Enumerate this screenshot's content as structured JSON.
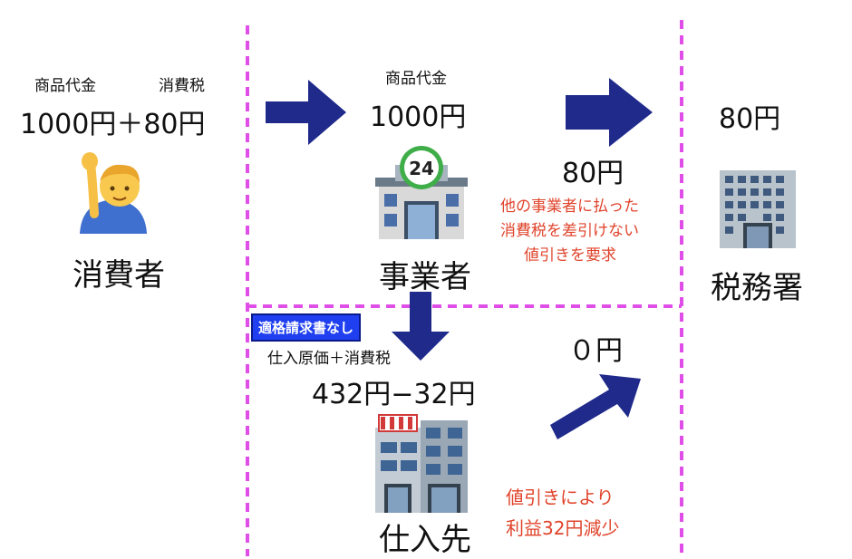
{
  "consumer": {
    "product_price_label": "商品代金",
    "consumption_tax_label": "消費税",
    "price": "1000円＋80円",
    "name": "消費者"
  },
  "business": {
    "product_price_label": "商品代金",
    "price": "1000円",
    "tax_amount": "80円",
    "name": "事業者",
    "note": [
      "他の事業者に払った",
      "消費税を差引けない",
      "値引きを要求"
    ]
  },
  "tax_office": {
    "amount": "80円",
    "name": "税務署"
  },
  "supplier": {
    "badge": "適格請求書なし",
    "cost_label": "仕入原価＋消費税",
    "price": "432円−32円",
    "zero": "０円",
    "name": "仕入先",
    "note": [
      "値引きにより",
      "利益32円減少"
    ]
  },
  "colors": {
    "arrow": "#1f2a8a",
    "divider": "#e04ee8",
    "note": "#e0442c",
    "badge": "#1f3ff0"
  },
  "icons": {
    "consumer": "person-raising-hand-icon",
    "business": "convenience-store-icon",
    "tax_office": "office-building-icon",
    "supplier": "department-store-icon"
  }
}
